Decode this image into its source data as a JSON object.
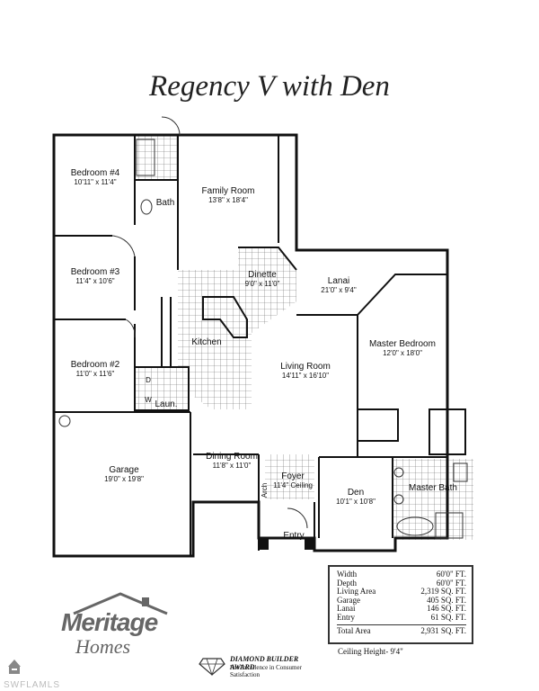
{
  "title": "Regency V with Den",
  "rooms": [
    {
      "id": "bedroom4",
      "label": "Bedroom #4",
      "dims": "10'11\" x 11'4\""
    },
    {
      "id": "bath",
      "label": "Bath",
      "dims": ""
    },
    {
      "id": "family",
      "label": "Family Room",
      "dims": "13'8\" x 18'4\""
    },
    {
      "id": "bedroom3",
      "label": "Bedroom #3",
      "dims": "11'4\" x 10'6\""
    },
    {
      "id": "dinette",
      "label": "Dinette",
      "dims": "9'0\" x 11'0\""
    },
    {
      "id": "lanai",
      "label": "Lanai",
      "dims": "21'0\" x 9'4\""
    },
    {
      "id": "kitchen",
      "label": "Kitchen",
      "dims": ""
    },
    {
      "id": "bedroom2",
      "label": "Bedroom #2",
      "dims": "11'0\" x 11'6\""
    },
    {
      "id": "living",
      "label": "Living Room",
      "dims": "14'11\" x 16'10\""
    },
    {
      "id": "master",
      "label": "Master Bedroom",
      "dims": "12'0\" x 18'0\""
    },
    {
      "id": "laun",
      "label": "Laun.",
      "dims": ""
    },
    {
      "id": "garage",
      "label": "Garage",
      "dims": "19'0\" x 19'8\""
    },
    {
      "id": "dining",
      "label": "Dining Room",
      "dims": "11'8\" x 11'0\""
    },
    {
      "id": "foyer",
      "label": "Foyer",
      "dims": "11'4\" Ceiling"
    },
    {
      "id": "den",
      "label": "Den",
      "dims": "10'1\" x 10'8\""
    },
    {
      "id": "masterbath",
      "label": "Master Bath",
      "dims": ""
    },
    {
      "id": "entry",
      "label": "Entry",
      "dims": ""
    }
  ],
  "appliances": {
    "dryer": "D",
    "washer": "W"
  },
  "arch_label": "Arch",
  "specs": [
    {
      "label": "Width",
      "value": "60'0\" FT."
    },
    {
      "label": "Depth",
      "value": "60'0\" FT."
    },
    {
      "label": "Living Area",
      "value": "2,319 SQ. FT."
    },
    {
      "label": "Garage",
      "value": "405 SQ. FT."
    },
    {
      "label": "Lanai",
      "value": "146 SQ. FT."
    },
    {
      "label": "Entry",
      "value": "61 SQ. FT."
    }
  ],
  "total": {
    "label": "Total Area",
    "value": "2,931 SQ. FT."
  },
  "ceiling": "Ceiling Height- 9'4\"",
  "logo": {
    "line1": "Meritage",
    "line2": "Homes"
  },
  "award": {
    "line1": "DIAMOND BUILDER AWARD",
    "line2": "For Excellence in Consumer Satisfaction"
  },
  "watermark": "SWFLAMLS"
}
